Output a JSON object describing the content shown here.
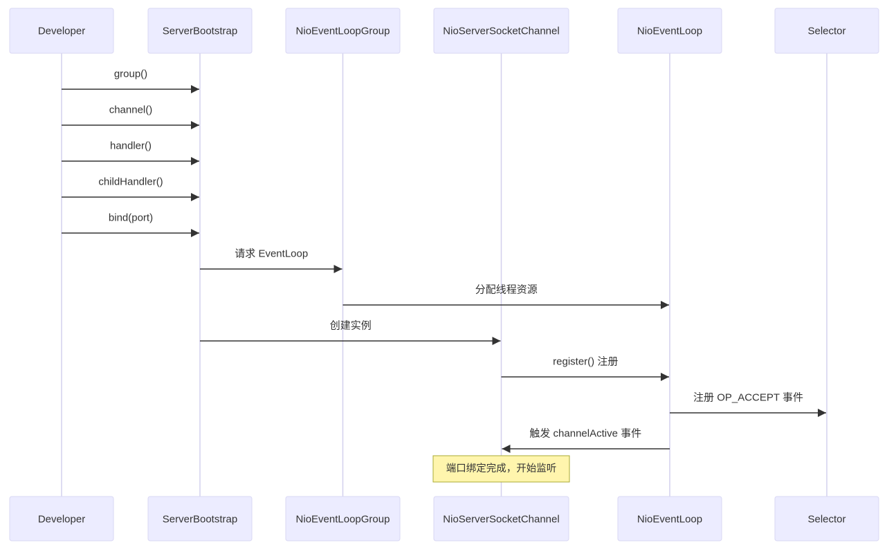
{
  "participants": [
    {
      "name": "Developer"
    },
    {
      "name": "ServerBootstrap"
    },
    {
      "name": "NioEventLoopGroup"
    },
    {
      "name": "NioServerSocketChannel"
    },
    {
      "name": "NioEventLoop"
    },
    {
      "name": "Selector"
    }
  ],
  "messages": [
    {
      "from": 0,
      "to": 1,
      "label": "group()"
    },
    {
      "from": 0,
      "to": 1,
      "label": "channel()"
    },
    {
      "from": 0,
      "to": 1,
      "label": "handler()"
    },
    {
      "from": 0,
      "to": 1,
      "label": "childHandler()"
    },
    {
      "from": 0,
      "to": 1,
      "label": "bind(port)"
    },
    {
      "from": 1,
      "to": 2,
      "label": "请求 EventLoop"
    },
    {
      "from": 2,
      "to": 4,
      "label": "分配线程资源"
    },
    {
      "from": 1,
      "to": 3,
      "label": "创建实例"
    },
    {
      "from": 3,
      "to": 4,
      "label": "register() 注册"
    },
    {
      "from": 4,
      "to": 5,
      "label": "注册 OP_ACCEPT 事件"
    },
    {
      "from": 4,
      "to": 3,
      "label": "触发 channelActive 事件"
    }
  ],
  "note": {
    "over": 3,
    "text": "端口绑定完成，开始监听"
  },
  "colors": {
    "actor_fill": "#ECECFF",
    "actor_border": "#D9D7F3",
    "lifeline": "#D3D0EE",
    "arrow": "#333333",
    "note_fill": "#FFF5AD",
    "note_border": "#AAAA33",
    "text": "#333333"
  }
}
